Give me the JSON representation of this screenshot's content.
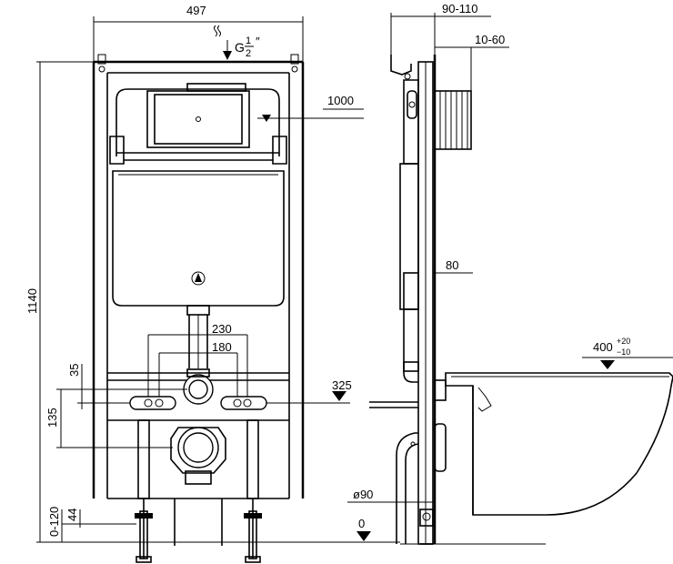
{
  "dimensions": {
    "frame_width": "497",
    "total_height": "1140",
    "water_inlet": "G",
    "water_inlet_frac_num": "1",
    "water_inlet_frac_den": "2",
    "water_inlet_suffix": "″",
    "cistern_height": "1000",
    "stud_spacing_outer": "230",
    "stud_spacing_inner": "180",
    "stud_height": "325",
    "offset_35": "35",
    "offset_135": "135",
    "offset_44": "44",
    "foot_adjust": "0-120",
    "depth_range": "90-110",
    "plate_range": "10-60",
    "side_80": "80",
    "pan_height": "400",
    "pan_tol_plus": "+20",
    "pan_tol_minus": "−10",
    "outlet_dia": "ø90",
    "floor_zero": "0"
  }
}
